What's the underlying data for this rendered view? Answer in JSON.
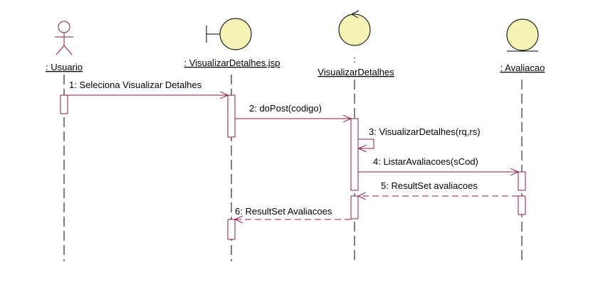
{
  "colors": {
    "line": "#8b1a4a",
    "fill": "#f6f4b5",
    "text": "#000000"
  },
  "participants": [
    {
      "id": "usuario",
      "name": ": Usuario",
      "type": "actor",
      "icon": "actor-icon"
    },
    {
      "id": "jsp",
      "name": ": VisualizarDetalhes.jsp",
      "type": "boundary",
      "icon": "boundary-icon"
    },
    {
      "id": "control",
      "name_line1": ":",
      "name": "VisualizarDetalhes",
      "type": "control",
      "icon": "control-icon"
    },
    {
      "id": "entity",
      "name": ": Avaliacao",
      "type": "entity",
      "icon": "entity-icon"
    }
  ],
  "messages": [
    {
      "label": "1: Seleciona Visualizar Detalhes",
      "from": "usuario",
      "to": "jsp",
      "kind": "sync"
    },
    {
      "label": "2: doPost(codigo)",
      "from": "jsp",
      "to": "control",
      "kind": "sync"
    },
    {
      "label": "3: VisualizarDetalhes(rq,rs)",
      "from": "control",
      "to": "control",
      "kind": "self"
    },
    {
      "label": "4: ListarAvaliacoes(sCod)",
      "from": "control",
      "to": "entity",
      "kind": "sync"
    },
    {
      "label": "5: ResultSet avaliacoes",
      "from": "entity",
      "to": "control",
      "kind": "return"
    },
    {
      "label": "6: ResultSet Avaliacoes",
      "from": "control",
      "to": "jsp",
      "kind": "return"
    }
  ]
}
